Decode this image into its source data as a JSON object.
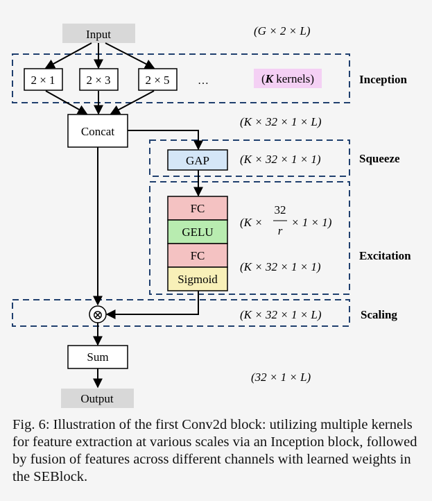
{
  "nodes": {
    "input": "Input",
    "k1": "2 × 1",
    "k2": "2 × 3",
    "k3": "2 × 5",
    "ellipsis": "…",
    "k_kernels_k": "K",
    "k_kernels_rest": " kernels)",
    "k_kernels_open": "(",
    "concat": "Concat",
    "gap": "GAP",
    "fc1": "FC",
    "gelu": "GELU",
    "fc2": "FC",
    "sigmoid": "Sigmoid",
    "multiply": "⊗",
    "sum": "Sum",
    "output": "Output"
  },
  "shapes": {
    "input": "(G × 2 × L)",
    "concat": "(K × 32 × 1 × L)",
    "gap": "(K × 32 × 1 × 1)",
    "fc1_prefix": "(K ×",
    "fc1_num": "32",
    "fc1_den": "r",
    "fc1_suffix": "× 1 × 1)",
    "fc2": "(K × 32 × 1 × 1)",
    "scaling": "(K × 32 × 1 × L)",
    "sum": "(32 × 1 × L)"
  },
  "regions": {
    "inception": "Inception",
    "squeeze": "Squeeze",
    "excitation": "Excitation",
    "scaling": "Scaling"
  },
  "colors": {
    "io_gray": "#d8d8d8",
    "gap_blue": "#d4e6f7",
    "fc_red": "#f4c2c2",
    "gelu_green": "#b8ecb0",
    "sigmoid_yellow": "#f8f0b8",
    "kernels_pink": "#f4d0f4",
    "dashed_blue": "#1f3f6e"
  },
  "caption": "Fig. 6: Illustration of the first Conv2d block: utilizing multiple kernels for feature extraction at various scales via an Inception block, followed by fusion of features across different channels with learned weights in the SEBlock."
}
